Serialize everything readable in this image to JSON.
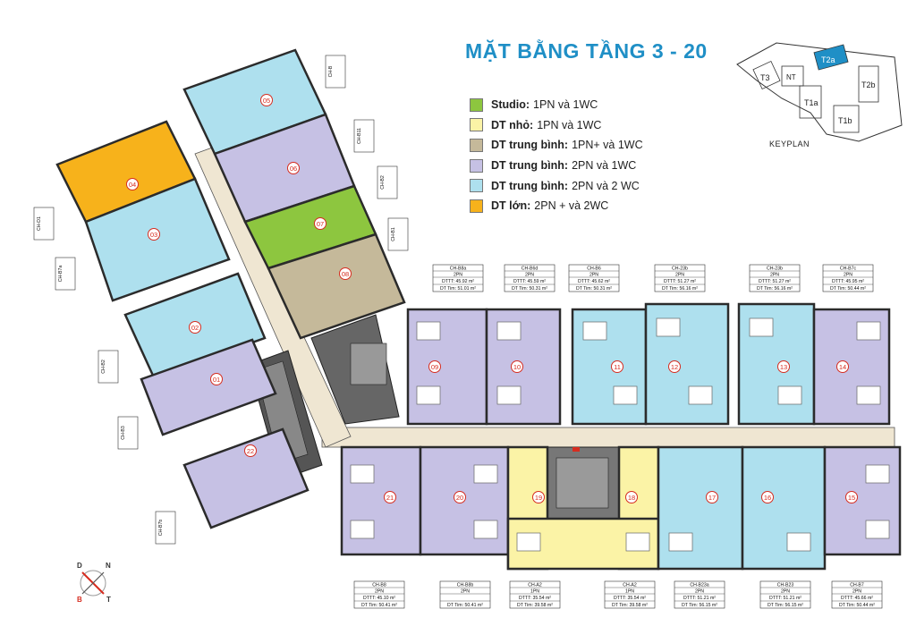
{
  "title": "MẶT BẰNG TẦNG 3 - 20",
  "colors": {
    "studio": "#8dc63f",
    "dt_nho": "#fbf3a6",
    "dt_tb_1": "#c5b99a",
    "dt_tb_2": "#c6c1e4",
    "dt_tb_3": "#aee0ee",
    "dt_lon": "#f7b21b",
    "corridor": "#efe6d2",
    "wall": "#333333",
    "accent": "#1f8fc6"
  },
  "legend": [
    {
      "key": "Studio:",
      "desc": "1PN và 1WC",
      "color": "#8dc63f"
    },
    {
      "key": "DT nhỏ:",
      "desc": "1PN  và 1WC",
      "color": "#fbf3a6"
    },
    {
      "key": "DT trung bình:",
      "desc": "1PN+ và 1WC",
      "color": "#c5b99a"
    },
    {
      "key": "DT trung bình:",
      "desc": "2PN và 1WC",
      "color": "#c6c1e4"
    },
    {
      "key": "DT trung bình:",
      "desc": "2PN và 2 WC",
      "color": "#aee0ee"
    },
    {
      "key": "DT lớn:",
      "desc": "2PN + và 2WC",
      "color": "#f7b21b"
    }
  ],
  "keyplan": {
    "label": "KEYPLAN",
    "towers": [
      "T3",
      "NT",
      "T2a",
      "T1a",
      "T2b",
      "T1b"
    ]
  },
  "compass": {
    "d": "D",
    "n": "N",
    "b": "B",
    "t": "T"
  },
  "units_top": [
    {
      "no": "09",
      "code": "CH-B8a",
      "type": "2PN",
      "dttt": "DTTT: 45.92 m²",
      "dtts": "DT Tim: 51.01 m²"
    },
    {
      "no": "10",
      "code": "CH-B6d",
      "type": "2PN",
      "dttt": "DTTT: 45.59 m²",
      "dtts": "DT Tim: 50.31 m²"
    },
    {
      "no": "11",
      "code": "CH-B6",
      "type": "2PN",
      "dttt": "DTTT: 45.62 m²",
      "dtts": "DT Tim: 50.31 m²"
    },
    {
      "no": "12",
      "code": "CH-23b",
      "type": "2PN",
      "dttt": "DTTT: 51.27 m²",
      "dtts": "DT Tim: 56.16 m²"
    },
    {
      "no": "13",
      "code": "CH-23b",
      "type": "2PN",
      "dttt": "DTTT: 51.27 m²",
      "dtts": "DT Tim: 56.16 m²"
    },
    {
      "no": "14",
      "code": "CH-B7c",
      "type": "2PN",
      "dttt": "DTTT: 45.95 m²",
      "dtts": "DT Tim: 50.44 m²"
    }
  ],
  "units_bottom": [
    {
      "no": "21",
      "code": "CH-B8",
      "type": "2PN",
      "dttt": "DTTT: 45.10 m²",
      "dtts": "DT Tim: 50.41 m²"
    },
    {
      "no": "20",
      "code": "CH-B8b",
      "type": "2PN",
      "dttt": "",
      "dtts": "DT Tim: 50.41 m²"
    },
    {
      "no": "19",
      "code": "CH-A2",
      "type": "1PN",
      "dttt": "DTTT: 35.54 m²",
      "dtts": "DT Tim: 39.58 m²"
    },
    {
      "no": "18",
      "code": "CH-A2",
      "type": "1PN",
      "dttt": "DTTT: 35.54 m²",
      "dtts": "DT Tim: 39.58 m²"
    },
    {
      "no": "17",
      "code": "CH-B23a",
      "type": "2PN",
      "dttt": "DTTT: 51.21 m²",
      "dtts": "DT Tim: 56.15 m²"
    },
    {
      "no": "16",
      "code": "CH-B23",
      "type": "2PN",
      "dttt": "DTTT: 51.21 m²",
      "dtts": "DT Tim: 56.15 m²"
    },
    {
      "no": "15",
      "code": "CH-B7",
      "type": "2PN",
      "dttt": "DTTT: 45.66 m²",
      "dtts": "DT Tim: 50.44 m²"
    }
  ],
  "units_diag": [
    {
      "no": "05",
      "code": "CH-B"
    },
    {
      "no": "06",
      "code": "CH-B11"
    },
    {
      "no": "07",
      "code": "CH-B2"
    },
    {
      "no": "08",
      "code": "CH-B1"
    },
    {
      "no": "04",
      "code": "CH-D1"
    },
    {
      "no": "03",
      "code": "CH-B7a"
    },
    {
      "no": "02",
      "code": "CH-B2"
    },
    {
      "no": "01",
      "code": "CH-B3"
    },
    {
      "no": "22",
      "code": "CH-B7b"
    }
  ]
}
